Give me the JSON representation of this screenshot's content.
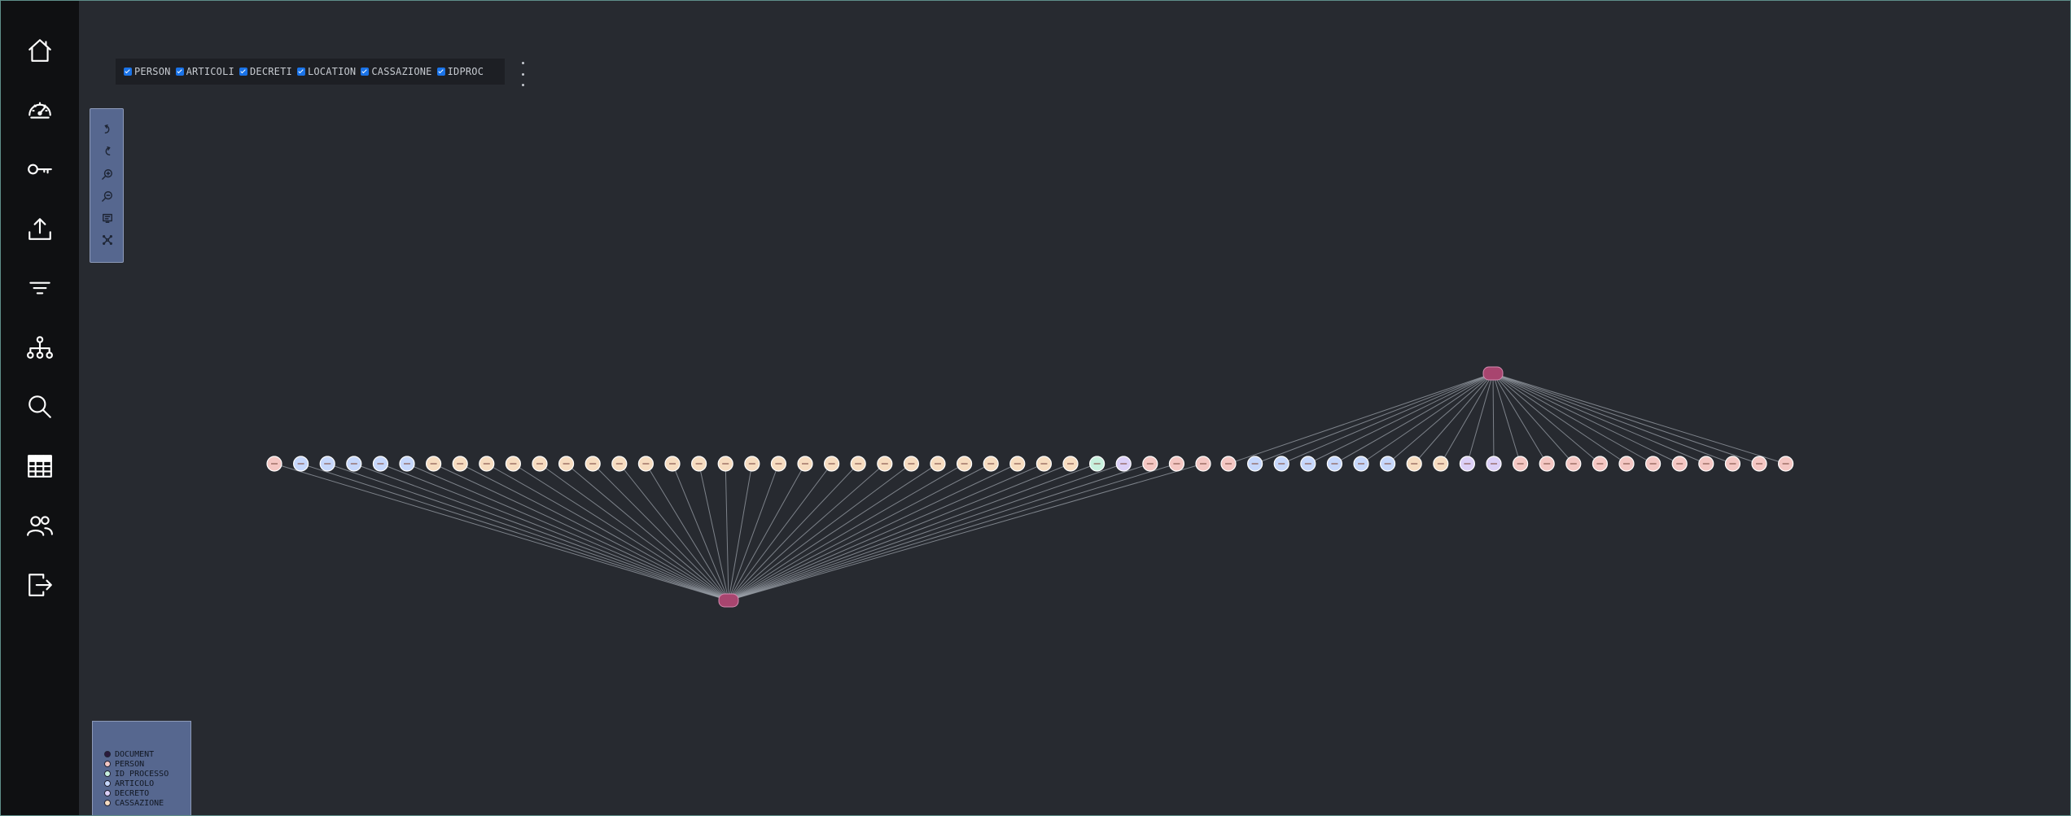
{
  "nav": [
    {
      "name": "home-icon"
    },
    {
      "name": "dashboard-icon"
    },
    {
      "name": "key-icon"
    },
    {
      "name": "upload-icon"
    },
    {
      "name": "filter-icon"
    },
    {
      "name": "hierarchy-icon"
    },
    {
      "name": "search-icon"
    },
    {
      "name": "table-icon"
    },
    {
      "name": "users-icon"
    },
    {
      "name": "logout-icon"
    }
  ],
  "filters": [
    {
      "label": "PERSON",
      "checked": true
    },
    {
      "label": "ARTICOLI",
      "checked": true
    },
    {
      "label": "DECRETI",
      "checked": true
    },
    {
      "label": "LOCATION",
      "checked": true
    },
    {
      "label": "CASSAZIONE",
      "checked": true
    },
    {
      "label": "IDPROC",
      "checked": true
    }
  ],
  "tools": [
    "redo-icon",
    "undo-icon",
    "zoom-in-icon",
    "zoom-out-icon",
    "fit-screen-icon",
    "layout-icon"
  ],
  "legend": [
    {
      "label": "DOCUMENT",
      "color": "#2a1a3c"
    },
    {
      "label": "PERSON",
      "color": "#f4c7c3"
    },
    {
      "label": "ID PROCESSO",
      "color": "#c7f0dd"
    },
    {
      "label": "ARTICOLO",
      "color": "#c6d7fb"
    },
    {
      "label": "DECRETO",
      "color": "#dcd0f7"
    },
    {
      "label": "CASSAZIONE",
      "color": "#f6dcc0"
    }
  ],
  "colors": {
    "person": "#f4c7c3",
    "articolo": "#c6d7fb",
    "cassazione": "#f6dcc0",
    "idprocesso": "#c7f0dd",
    "decreto": "#dcd0f7",
    "document": "#a8456f",
    "edge": "#9aa0a8"
  },
  "graph": {
    "left_row": [
      "person",
      "articolo",
      "articolo",
      "articolo",
      "articolo",
      "articolo",
      "cassazione",
      "cassazione",
      "cassazione",
      "cassazione",
      "cassazione",
      "cassazione",
      "cassazione",
      "cassazione",
      "cassazione",
      "cassazione",
      "cassazione",
      "cassazione",
      "cassazione",
      "cassazione",
      "cassazione",
      "cassazione",
      "cassazione",
      "cassazione",
      "cassazione",
      "cassazione",
      "cassazione",
      "cassazione",
      "cassazione",
      "cassazione",
      "cassazione",
      "idprocesso",
      "decreto",
      "person",
      "person",
      "person"
    ],
    "right_row": [
      "person",
      "articolo",
      "articolo",
      "articolo",
      "articolo",
      "articolo",
      "articolo",
      "cassazione",
      "cassazione",
      "decreto",
      "decreto",
      "person",
      "person",
      "person",
      "person",
      "person",
      "person",
      "person",
      "person",
      "person",
      "person",
      "person"
    ]
  }
}
